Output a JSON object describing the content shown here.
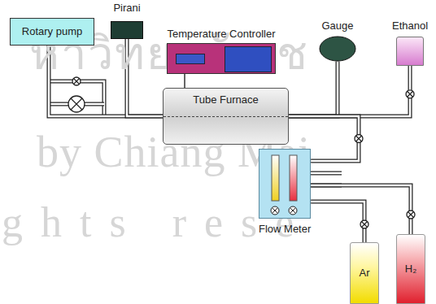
{
  "diagram": {
    "nodes": [
      {
        "text": [
          "Rotary pump"
        ]
      },
      {
        "text": [
          "Pirani"
        ]
      },
      {
        "text": [
          "Temperature Controller"
        ]
      },
      {
        "text": [
          "Tube Furnace"
        ]
      },
      {
        "text": [
          "Gauge"
        ]
      },
      {
        "text": [
          "Ethanol"
        ]
      },
      {
        "text": [
          "Flow Meter"
        ]
      },
      {
        "text": [
          "Ar"
        ]
      },
      {
        "text": [
          "H₂"
        ]
      }
    ],
    "edges": [
      {
        "from": 0,
        "to": 3,
        "arrow": "none"
      },
      {
        "from": 1,
        "to": 3,
        "arrow": "none"
      },
      {
        "from": 2,
        "to": 3,
        "arrow": "none"
      },
      {
        "from": 4,
        "to": 3,
        "arrow": "none"
      },
      {
        "from": 5,
        "to": 3,
        "arrow": "none"
      },
      {
        "from": 6,
        "to": 3,
        "arrow": "none"
      },
      {
        "from": 7,
        "to": 6,
        "arrow": "none"
      },
      {
        "from": 8,
        "to": 6,
        "arrow": "none"
      }
    ],
    "labels": [
      "หาวิทยาลัยเช",
      "by Chiang Mai",
      "ghts rese"
    ]
  }
}
